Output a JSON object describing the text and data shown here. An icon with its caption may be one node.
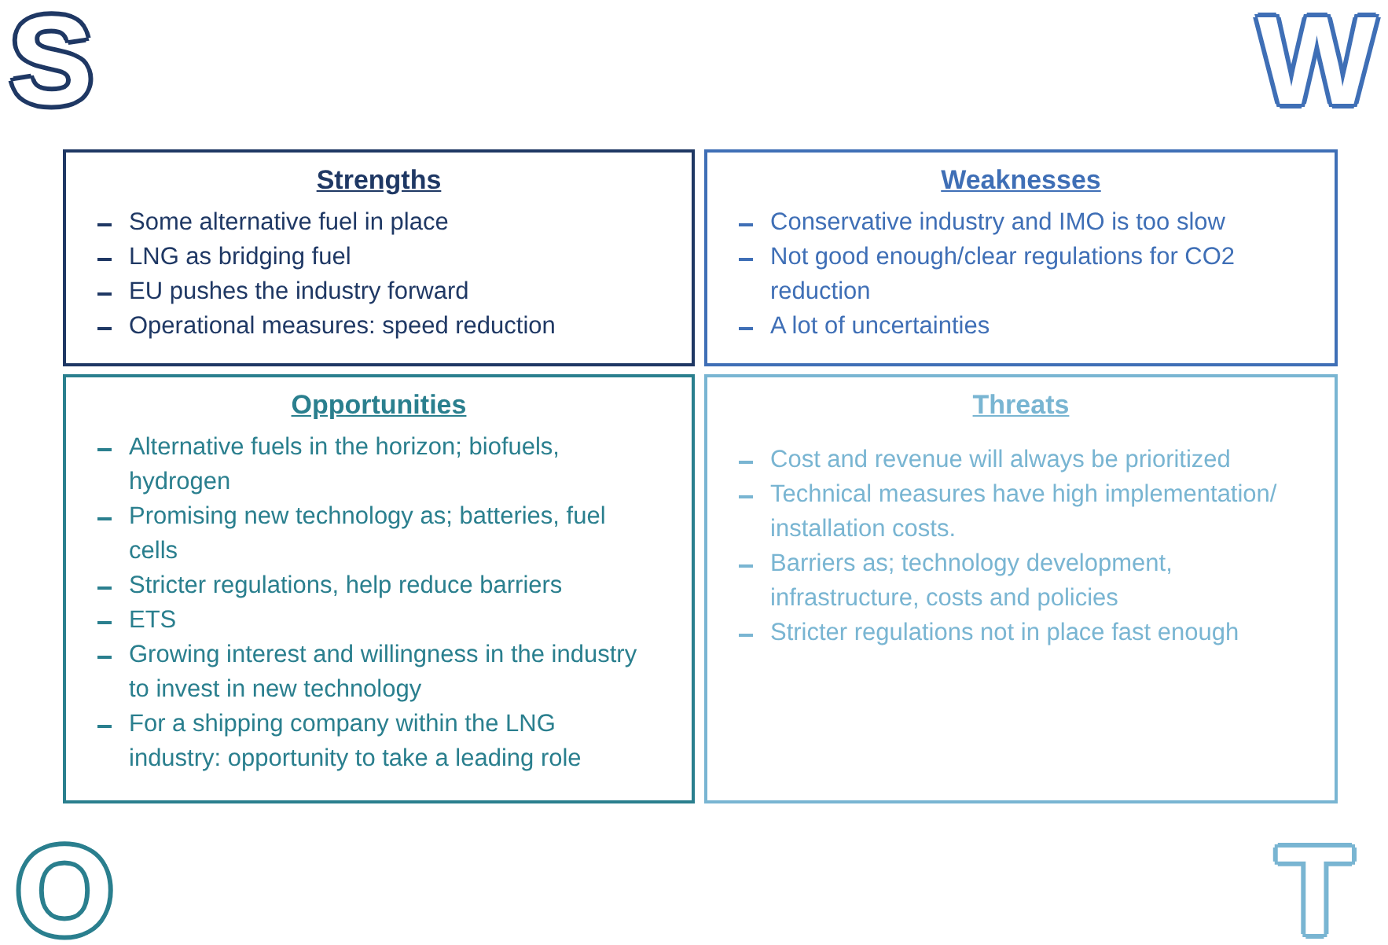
{
  "diagram": {
    "nodes": [
      {
        "text": [
          "Strengths",
          "Some alternative fuel in place",
          "LNG as bridging fuel",
          "EU pushes the industry forward",
          "Operational measures: speed reduction"
        ]
      },
      {
        "text": [
          "Weaknesses",
          "Conservative industry and IMO is too slow",
          "Not good enough/clear regulations for CO2 reduction",
          "A lot of uncertainties"
        ]
      },
      {
        "text": [
          "Opportunities",
          "Alternative fuels in the horizon; biofuels, hydrogen",
          "Promising new technology as; batteries, fuel cells",
          "Stricter regulations, help reduce barriers",
          "ETS",
          "Growing interest and willingness in the industry to invest in new technology",
          "For a shipping company within the LNG industry: opportunity to take a leading role"
        ]
      },
      {
        "text": [
          "Threats",
          "Cost and revenue will always be prioritized",
          "Technical measures have high implementation/ installation costs.",
          "Barriers as; technology development, infrastructure, costs and policies",
          "Stricter regulations not in place fast enough"
        ]
      }
    ],
    "labels": [
      "S",
      "W",
      "O",
      "T"
    ]
  }
}
